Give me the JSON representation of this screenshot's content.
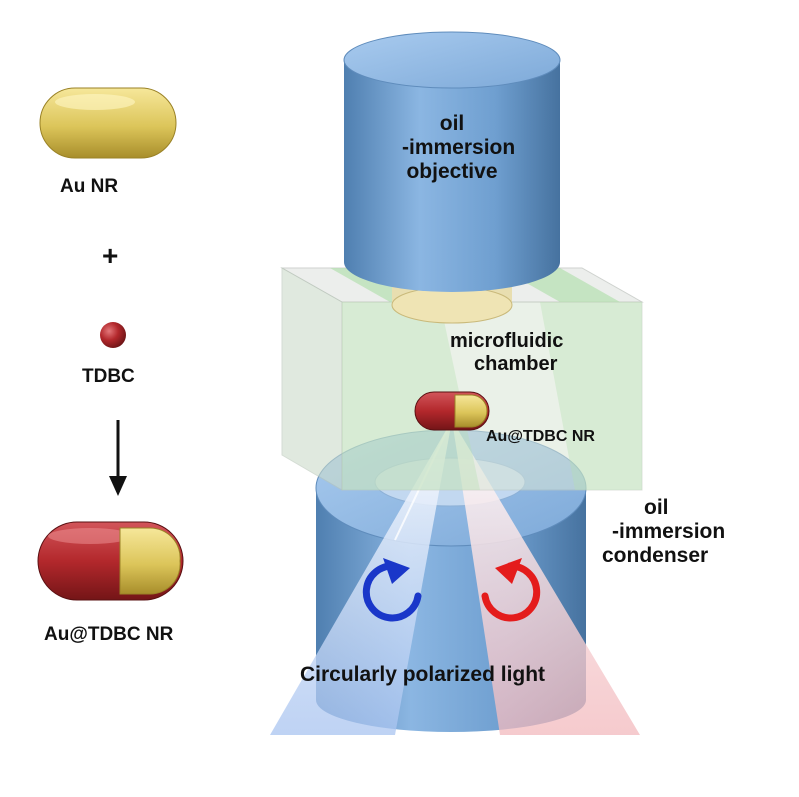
{
  "left_panel": {
    "au_nr_label": "Au NR",
    "plus_sign": "+",
    "tdbc_label": "TDBC",
    "product_label": "Au@TDBC NR"
  },
  "setup": {
    "objective_label": [
      "oil",
      "-immersion",
      "objective"
    ],
    "chamber_label": [
      "microfluidic",
      "chamber"
    ],
    "particle_label": "Au@TDBC NR",
    "condenser_label": [
      "oil",
      "-immersion",
      "condenser"
    ],
    "light_label": "Circularly polarized light"
  },
  "colors": {
    "cylinder_blue": "#6f9fd0",
    "gold": "#e2cc62",
    "shell_red": "#b3282c",
    "chamber_green": "#b5e0b0",
    "arrow_left_blue": "#1a37c9",
    "arrow_right_red": "#e41c1c",
    "beam_blue": "#a9c4f0",
    "beam_red": "#f2b9bd"
  },
  "icons": [
    "down-arrow-icon",
    "counterclockwise-arrow-icon",
    "clockwise-arrow-icon"
  ]
}
